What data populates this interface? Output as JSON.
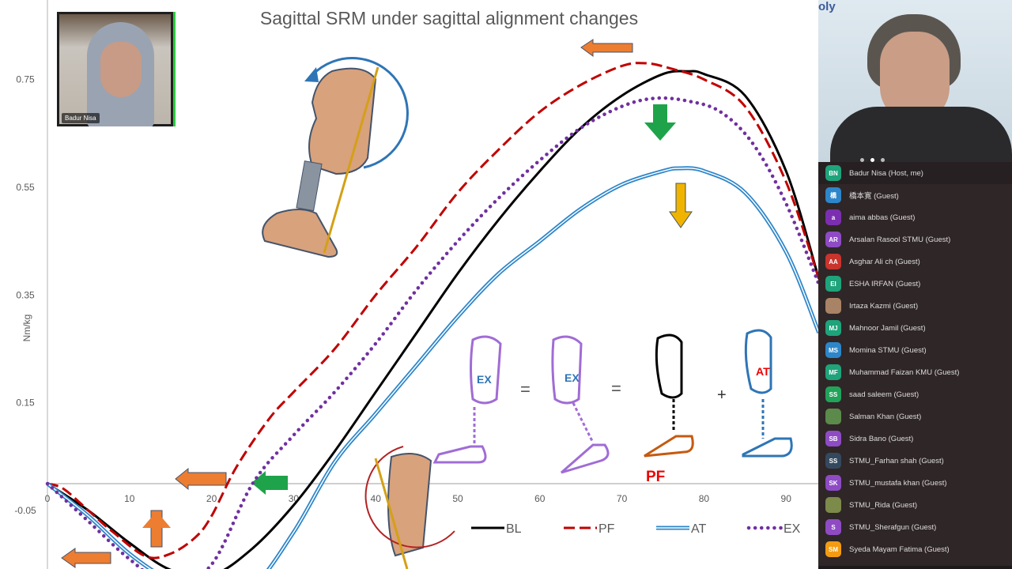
{
  "slide": {
    "title": "Sagittal SRM under sagittal alignment changes",
    "pf_label": "PF",
    "at_label": "AT",
    "ex_label": "EX",
    "eq": "=",
    "plus": "+"
  },
  "video": {
    "self_name": "Badur Nisa",
    "speaker_logo": "oly"
  },
  "participants": [
    {
      "initials": "BN",
      "name": "Badur Nisa (Host, me)",
      "color": "#1fa37a"
    },
    {
      "initials": "橋",
      "name": "橋本寛 (Guest)",
      "color": "#2d86c9"
    },
    {
      "initials": "a",
      "name": "aima abbas (Guest)",
      "color": "#7b2fb0"
    },
    {
      "initials": "AR",
      "name": "Arsalan Rasool STMU (Guest)",
      "color": "#8e4bc4"
    },
    {
      "initials": "AA",
      "name": "Asghar Ali ch (Guest)",
      "color": "#c9342d"
    },
    {
      "initials": "EI",
      "name": "ESHA IRFAN (Guest)",
      "color": "#1fa37a"
    },
    {
      "initials": "",
      "name": "Irtaza Kazmi (Guest)",
      "color": "#a98366"
    },
    {
      "initials": "MJ",
      "name": "Mahnoor Jamil (Guest)",
      "color": "#1fa37a"
    },
    {
      "initials": "MS",
      "name": "Momina STMU (Guest)",
      "color": "#2d86c9"
    },
    {
      "initials": "MF",
      "name": "Muhammad Faizan KMU (Guest)",
      "color": "#1fa37a"
    },
    {
      "initials": "SS",
      "name": "saad saleem (Guest)",
      "color": "#22a35a"
    },
    {
      "initials": "",
      "name": "Salman Khan (Guest)",
      "color": "#5b8a4a"
    },
    {
      "initials": "SB",
      "name": "Sidra Bano (Guest)",
      "color": "#8e4bc4"
    },
    {
      "initials": "SS",
      "name": "STMU_Farhan shah (Guest)",
      "color": "#34495e"
    },
    {
      "initials": "SK",
      "name": "STMU_mustafa khan (Guest)",
      "color": "#8e4bc4"
    },
    {
      "initials": "",
      "name": "STMU_Rida (Guest)",
      "color": "#7c8a4a"
    },
    {
      "initials": "S",
      "name": "STMU_Sherafgun (Guest)",
      "color": "#8e4bc4"
    },
    {
      "initials": "SM",
      "name": "Syeda Mayam Fatima (Guest)",
      "color": "#f39c12"
    }
  ],
  "chart_data": {
    "type": "line",
    "title": "Sagittal SRM under sagittal alignment changes",
    "xlabel": "",
    "ylabel": "Nm/kg",
    "xlim": [
      0,
      94
    ],
    "ylim": [
      -0.2,
      0.85
    ],
    "xticks": [
      "0",
      "10",
      "20",
      "30",
      "40",
      "50",
      "60",
      "70",
      "80",
      "90"
    ],
    "yticks": [
      "0.75",
      "0.55",
      "0.35",
      "0.15",
      "-0.05"
    ],
    "ytick_values": [
      0.75,
      0.55,
      0.35,
      0.15,
      -0.05
    ],
    "legend_position": "bottom-right",
    "series": [
      {
        "name": "BL",
        "color": "#000000",
        "style": "solid",
        "x": [
          0,
          5,
          10,
          15,
          20,
          25,
          30,
          35,
          40,
          45,
          50,
          55,
          60,
          65,
          70,
          75,
          78,
          80,
          85,
          90,
          94
        ],
        "y": [
          0,
          -0.05,
          -0.11,
          -0.16,
          -0.17,
          -0.12,
          -0.04,
          0.06,
          0.17,
          0.28,
          0.39,
          0.49,
          0.58,
          0.66,
          0.72,
          0.76,
          0.765,
          0.76,
          0.72,
          0.58,
          0.38
        ]
      },
      {
        "name": "PF",
        "color": "#c00000",
        "style": "dash",
        "x": [
          0,
          2,
          5,
          8,
          12,
          15,
          18,
          20,
          23,
          27,
          30,
          35,
          40,
          45,
          50,
          55,
          60,
          65,
          70,
          73,
          76,
          80,
          85,
          90,
          94
        ],
        "y": [
          0,
          -0.01,
          -0.05,
          -0.09,
          -0.135,
          -0.13,
          -0.1,
          -0.06,
          0.03,
          0.12,
          0.17,
          0.25,
          0.35,
          0.44,
          0.54,
          0.62,
          0.69,
          0.74,
          0.775,
          0.78,
          0.77,
          0.75,
          0.7,
          0.56,
          0.38
        ]
      },
      {
        "name": "AT",
        "color": "#2e86c9",
        "style": "double",
        "x": [
          0,
          5,
          10,
          15,
          20,
          25,
          30,
          35,
          40,
          45,
          50,
          55,
          60,
          65,
          70,
          75,
          77,
          80,
          85,
          90,
          94
        ],
        "y": [
          0,
          -0.06,
          -0.13,
          -0.18,
          -0.2,
          -0.19,
          -0.09,
          0.04,
          0.13,
          0.22,
          0.31,
          0.39,
          0.45,
          0.51,
          0.555,
          0.58,
          0.585,
          0.58,
          0.54,
          0.43,
          0.28
        ]
      },
      {
        "name": "EX",
        "color": "#7030a0",
        "style": "dot",
        "x": [
          0,
          5,
          10,
          15,
          20,
          25,
          30,
          35,
          40,
          45,
          50,
          55,
          60,
          65,
          70,
          74,
          78,
          82,
          86,
          90,
          94
        ],
        "y": [
          0,
          -0.07,
          -0.14,
          -0.19,
          -0.15,
          0,
          0.09,
          0.17,
          0.26,
          0.36,
          0.45,
          0.53,
          0.6,
          0.66,
          0.7,
          0.715,
          0.71,
          0.69,
          0.63,
          0.52,
          0.37
        ]
      }
    ]
  }
}
